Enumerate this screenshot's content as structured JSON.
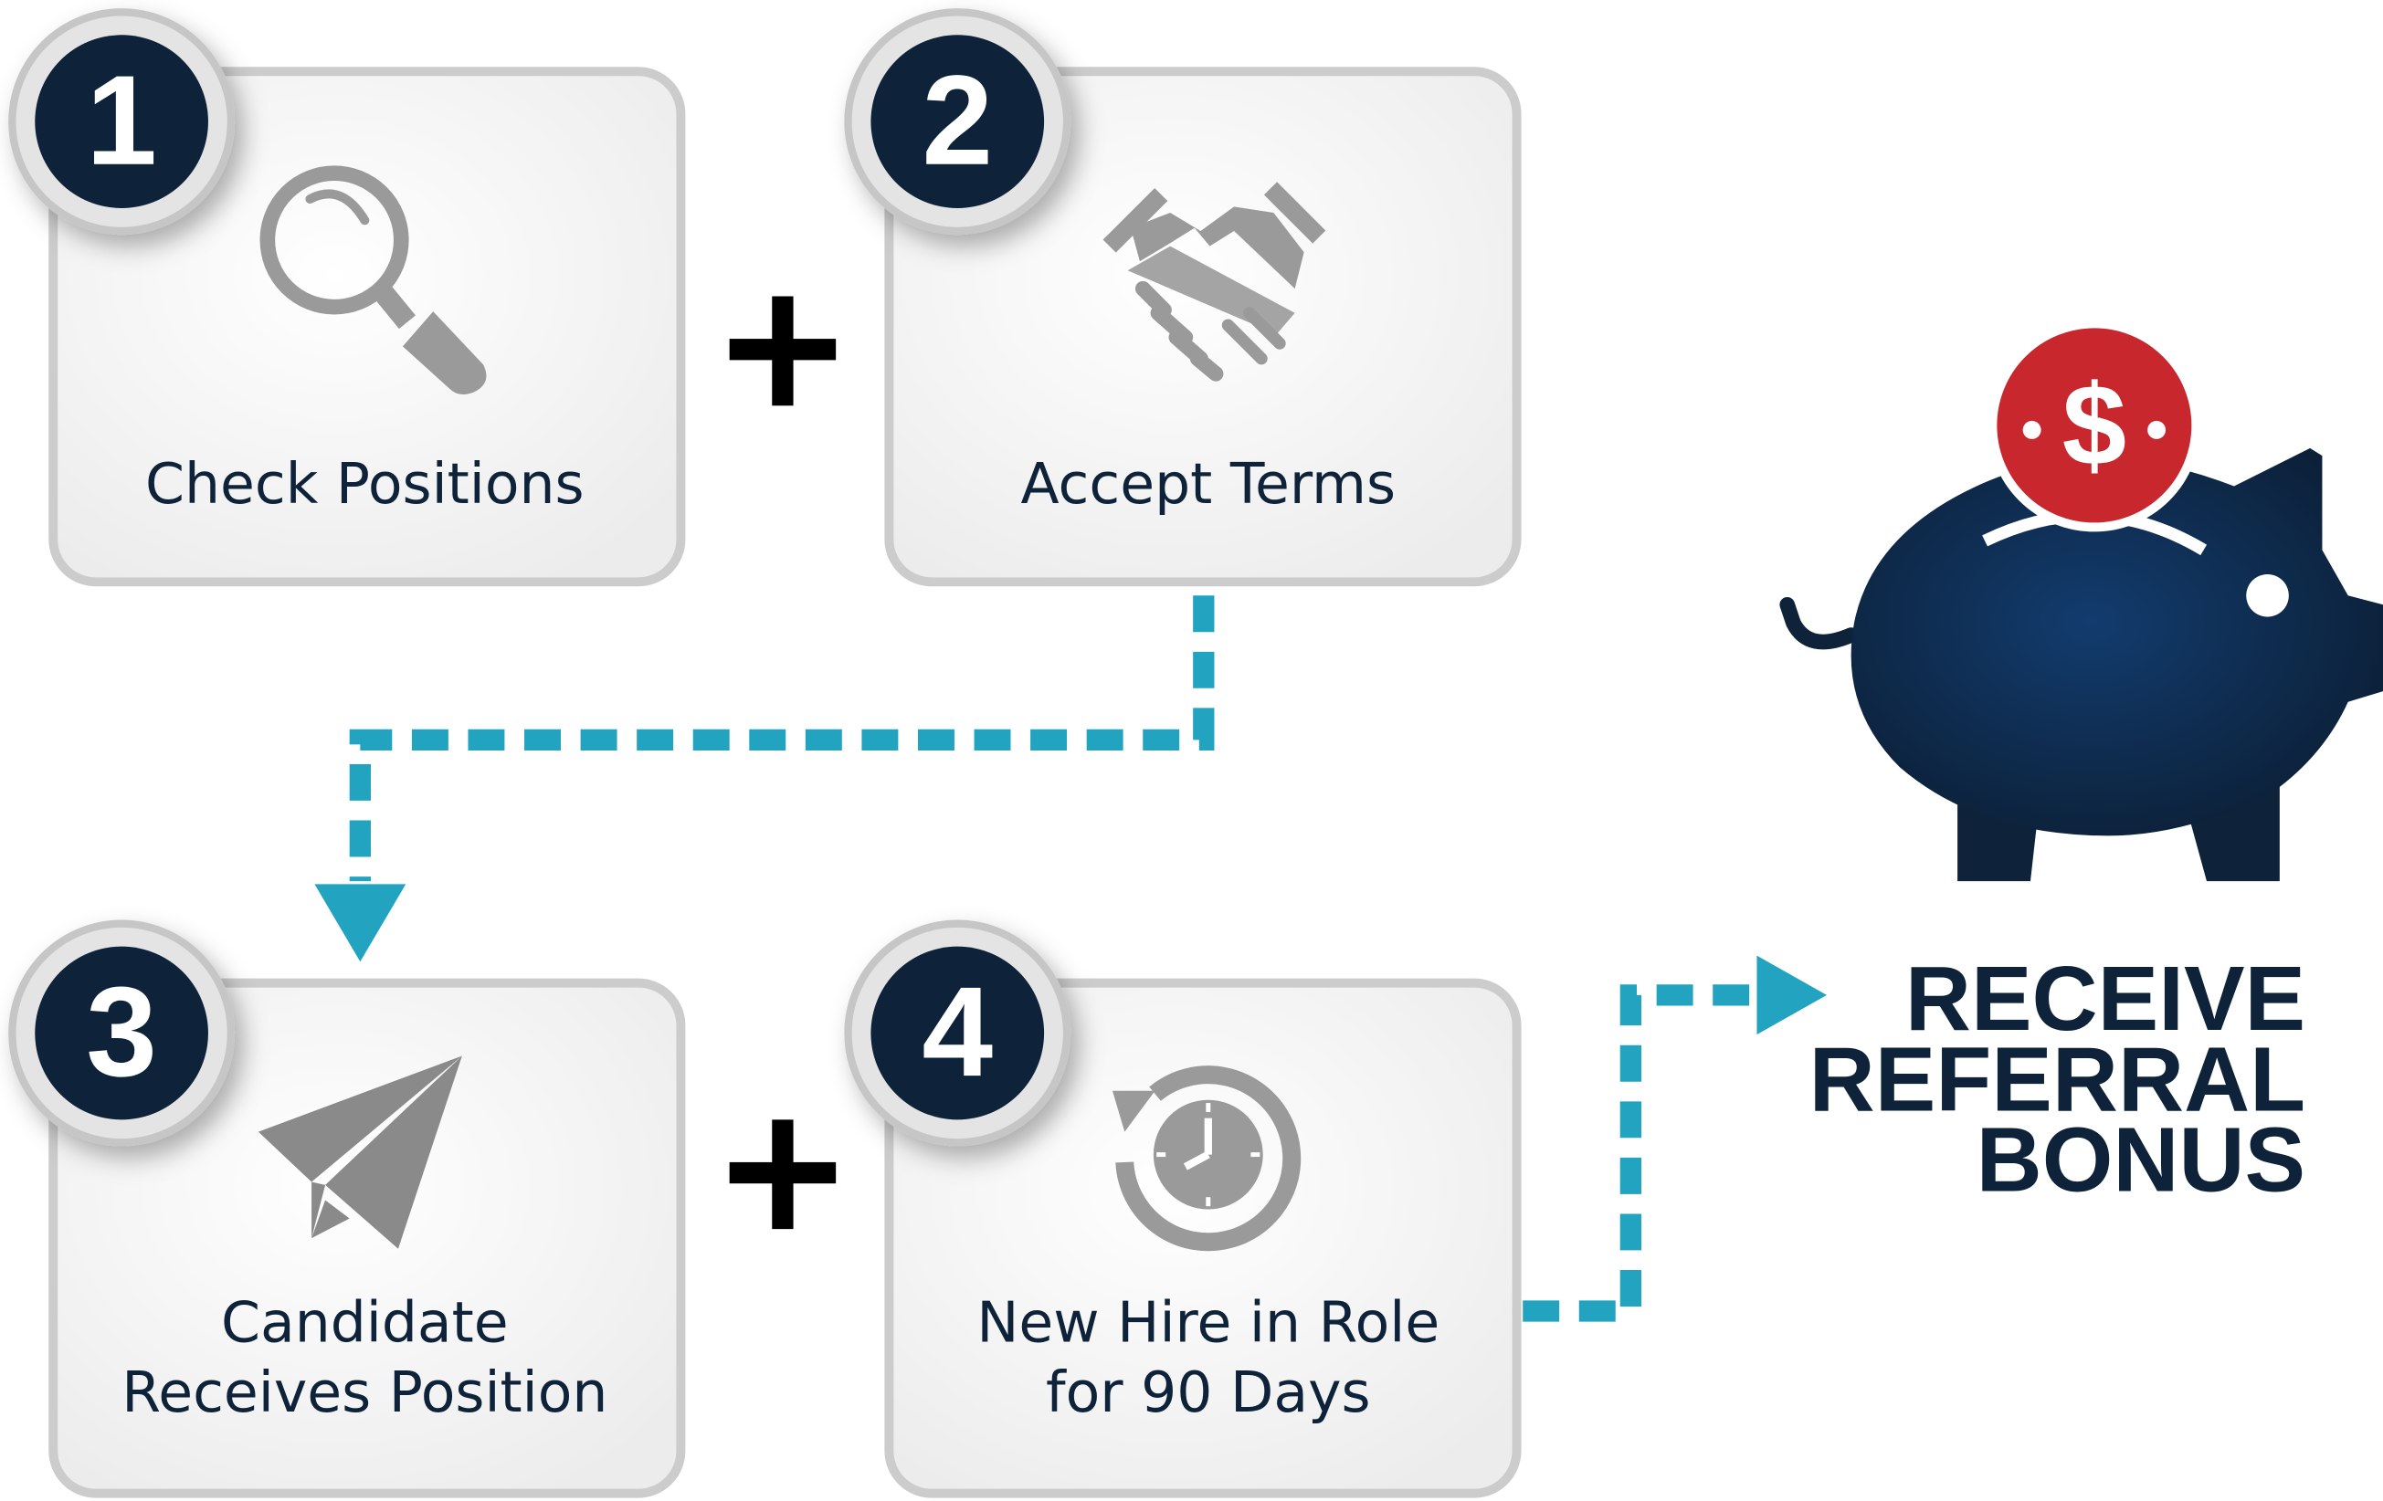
{
  "steps": [
    {
      "number": "1",
      "label_lines": [
        "Check Positions"
      ],
      "icon": "magnifier-icon"
    },
    {
      "number": "2",
      "label_lines": [
        "Accept Terms"
      ],
      "icon": "handshake-icon"
    },
    {
      "number": "3",
      "label_lines": [
        "Candidate",
        "Receives Position"
      ],
      "icon": "paper-plane-icon"
    },
    {
      "number": "4",
      "label_lines": [
        "New Hire in Role",
        "for 90 Days"
      ],
      "icon": "clock-history-icon"
    }
  ],
  "result": {
    "lines": [
      "RECEIVE",
      "REFERRAL",
      "BONUS"
    ],
    "icon": "piggy-bank-icon"
  },
  "colors": {
    "navy": "#0e2239",
    "connector": "#22a3c0",
    "icon_gray": "#9a9a9a",
    "coin_red": "#c8272d",
    "card_border": "#cccccc"
  }
}
